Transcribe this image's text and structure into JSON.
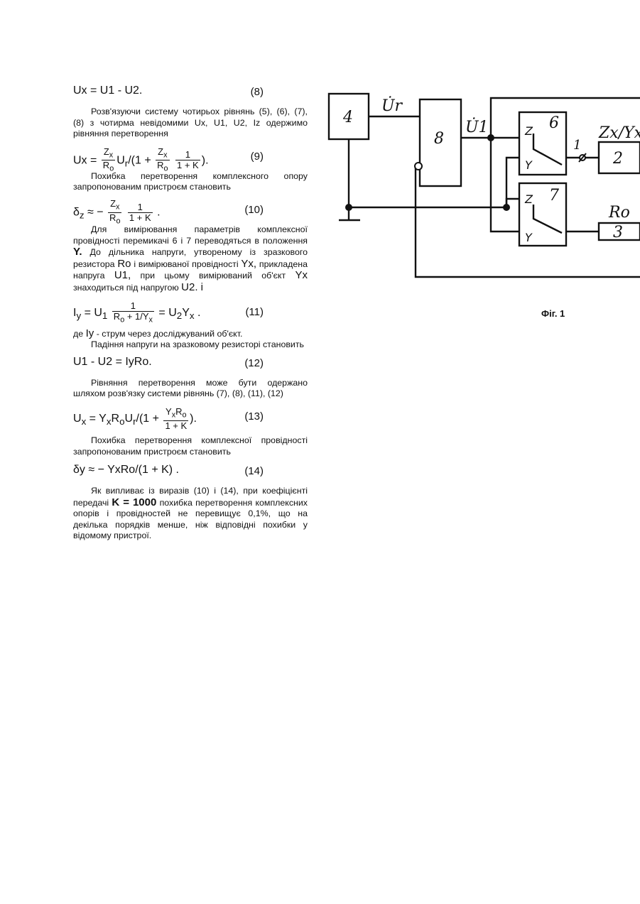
{
  "equations": {
    "e8": {
      "formula": "Ux = U1 - U2.",
      "num": "(8)"
    },
    "e9": {
      "lhs": "Ux = ",
      "num": "(9)"
    },
    "e10": {
      "num": "(10)"
    },
    "e11": {
      "num": "(11)"
    },
    "e12": {
      "formula": "U1 - U2 = IyRo.",
      "num": "(12)"
    },
    "e13": {
      "num": "(13)"
    },
    "e14": {
      "formula": "δy ≈ − YxRo/(1 + K) .",
      "num": "(14)"
    }
  },
  "text": {
    "p1": "Розв'язуючи систему чотирьох рівнянь (5), (6), (7), (8) з чотирма невідомими Ux, U1, U2, Iz одержимо рівняння перетворення",
    "p2": "Похибка перетворення комплексного опору запропонованим пристроєм становить",
    "p3a": "Для вимірювання параметрів комплексної провідності перемикачі 6 і 7 переводяться в положення",
    "p3b": "Y.",
    "p3c": "До дільника напруги, утвореному із зразкового резистора",
    "p3d": "Ro",
    "p3e": "і вимірюваної провідності",
    "p3f": "Yx,",
    "p3g": "прикладена напруга",
    "p3h": "U1,",
    "p3i": "при цьому вимірюваний об'єкт",
    "p3j": "Yx",
    "p3k": "знаходиться під напругою",
    "p3l": "U2. і",
    "p4a": "де",
    "p4b": "Iy",
    "p4c": "- струм через досліджуваний об'єкт.",
    "p5": "Падіння напруги на зразковому резисторі становить",
    "p6": "Рівняння перетворення може бути одержано шляхом розв'язку системи рівнянь (7), (8), (11), (12)",
    "p7": "Похибка перетворення комплексної провідності запропонованим пристроєм становить",
    "p8a": "Як випливає із виразів (10) і (14), при коефіцієнті передачі",
    "p8b": "K = 1000",
    "p8c": "похибка перетворення комплексних опорів і провідностей не перевищує 0,1%, що на декілька порядків менше, ніж відповідні похибки у відомому пристрої."
  },
  "figure": {
    "caption": "Фіг. 1",
    "labels": {
      "block4": "4",
      "block8": "8",
      "block6": "6",
      "block7": "7",
      "block2": "2",
      "block3": "3",
      "ur": "U̇r",
      "u1": "U̇1",
      "zxyx": "Zx/Yx",
      "ro": "Ro",
      "node1": "1",
      "z6": "Z",
      "y6": "Y",
      "z7": "Z",
      "y7": "Y"
    }
  }
}
